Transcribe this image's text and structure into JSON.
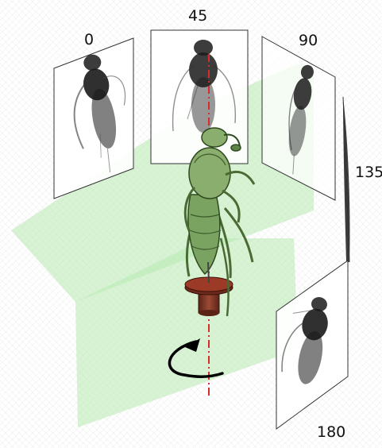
{
  "diagram": {
    "angles": [
      "0",
      "45",
      "90",
      "135",
      "180"
    ]
  },
  "colors": {
    "plane": "#b6eab0",
    "insect": "#7aa261",
    "insect_dark": "#3d5a2a",
    "mount_top": "#8b2d20",
    "mount_body": "#6b2a1c",
    "axis": "#d62c2c",
    "projection": "#1a1a1a"
  }
}
